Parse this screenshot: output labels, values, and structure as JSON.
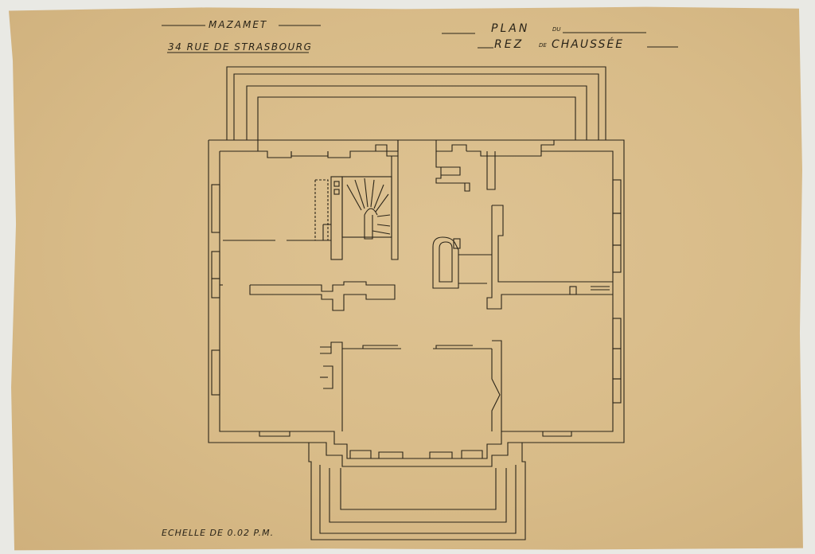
{
  "header_left": {
    "city": "Mazamet",
    "address": "34 Rue de Strasbourg"
  },
  "header_right": {
    "plan": "Plan",
    "du": "du",
    "rez": "Rez",
    "de": "de",
    "chaussee": "Chaussée"
  },
  "footer": {
    "scale": "Echelle de 0.02 p.m."
  },
  "colors": {
    "paper": "#d8bb88",
    "ink": "#2a2418"
  }
}
